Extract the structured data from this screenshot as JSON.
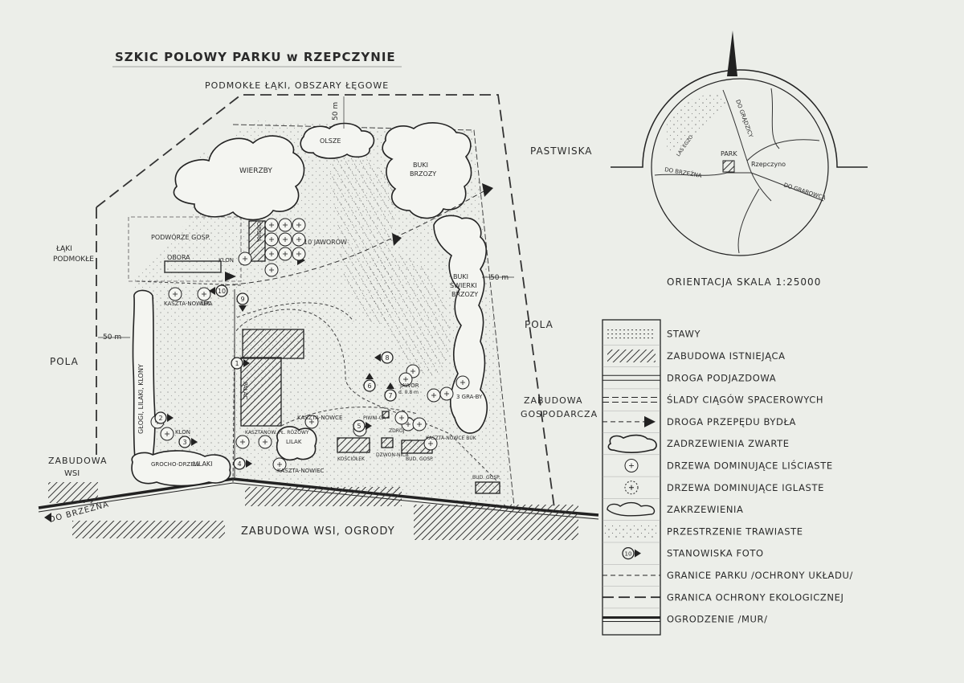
{
  "title": "SZKIC POLOWY PARKU w RZEPCZYNIE",
  "regions": {
    "top": "PODMOKŁE ŁĄKI, OBSZARY ŁĘGOWE",
    "pastwiska": "PASTWISKA",
    "pola_right": "POLA",
    "pola_left": "POLA",
    "laki_left_1": "ŁĄKI",
    "laki_left_2": "PODMOKŁE",
    "zab_gosp_1": "ZABUDOWA",
    "zab_gosp_2": "GOSPODARCZA",
    "zab_left_1": "ZABUDOWA",
    "zab_left_2": "WSI",
    "bottom": "ZABUDOWA WSI, OGRODY",
    "road_left": "DO BRZEŹNA"
  },
  "distances": {
    "top": "50 m",
    "right": "50 m",
    "left": "50 m"
  },
  "park_labels": {
    "wierzby": "WIERZBY",
    "olsze": "OLSZE",
    "buki_brzozy_1": "BUKI",
    "buki_brzozy_2": "BRZOZY",
    "buki_swierki_1": "BUKI",
    "buki_swierki_2": "ŚWIERKI",
    "buki_swierki_3": "BRZOZY",
    "podworze": "PODWÓRZE GOSP.",
    "obora": "OBORA",
    "obora2": "OBORA",
    "klon": "KLON",
    "jawory": "10 JAWORÓW",
    "kasztanowiec": "KASZTA-NOWIEC",
    "lipa": "LIPA",
    "glogi": "GŁOGI, LILAKI, KLONY",
    "klon2": "KLON",
    "grochodrzew": "GROCHO-DRZEW",
    "lilaki": "LILAKI",
    "kasztanowiec_pl": "KASZTANOW. PŁ. RÓŻOWY",
    "kasztanowce": "KASZTA-NOWCE",
    "lilak": "LILAK",
    "kasztanowiec3": "KASZTA-NOWIEC",
    "palac": "PAŁAC",
    "piwnica": "PIWNI-CA",
    "zdroj": "ZDRÓJ",
    "kosciolek": "KOŚCIÓŁEK",
    "dzwonnica": "DZWON-NICA",
    "kasztanowce_buk": "KASZTA-NOWCE BUK",
    "bud_gosp": "BUD. GOSP.",
    "bud_gosp2": "BUD. GOSP.",
    "jawor": "JAWOR",
    "jawor_d": "d. 0.8 m",
    "graby": "3 GRA-BY"
  },
  "photo_stations": [
    "1",
    "2",
    "3",
    "4",
    "5",
    "6",
    "7",
    "8",
    "9",
    "10"
  ],
  "orientation": {
    "label": "ORIENTACJA SKALA 1:25000",
    "park": "PARK",
    "rzepczyno": "Rzepczyno",
    "do_brzezna": "DO BRZEŹNA",
    "do_grabowca": "DO GRABOWCA",
    "do_gradzicy": "DO GRĄDZICY",
    "lasek": "LAS EGZO"
  },
  "legend": [
    {
      "label": "STAWY",
      "sym": "stawy"
    },
    {
      "label": "ZABUDOWA ISTNIEJĄCA",
      "sym": "zabudowa"
    },
    {
      "label": "DROGA PODJAZDOWA",
      "sym": "droga"
    },
    {
      "label": "ŚLADY CIĄGÓW SPACEROWYCH",
      "sym": "slady"
    },
    {
      "label": "DROGA PRZEPĘDU BYDŁA",
      "sym": "przepedu"
    },
    {
      "label": "ZADRZEWIENIA ZWARTE",
      "sym": "zadrzewienia"
    },
    {
      "label": "DRZEWA DOMINUJĄCE LIŚCIASTE",
      "sym": "lisciaste"
    },
    {
      "label": "DRZEWA DOMINUJĄCE IGLASTE",
      "sym": "iglaste"
    },
    {
      "label": "ZAKRZEWIENIA",
      "sym": "zakrzewienia"
    },
    {
      "label": "PRZESTRZENIE TRAWIASTE",
      "sym": "trawiaste"
    },
    {
      "label": "STANOWISKA FOTO",
      "sym": "foto"
    },
    {
      "label": "GRANICE PARKU /OCHRONY UKŁADU/",
      "sym": "granice"
    },
    {
      "label": "GRANICA OCHRONY EKOLOGICZNEJ",
      "sym": "ekologiczna"
    },
    {
      "label": "OGRODZENIE /MUR/",
      "sym": "mur"
    }
  ],
  "colors": {
    "paper": "#eceee9",
    "ink": "#222222"
  }
}
